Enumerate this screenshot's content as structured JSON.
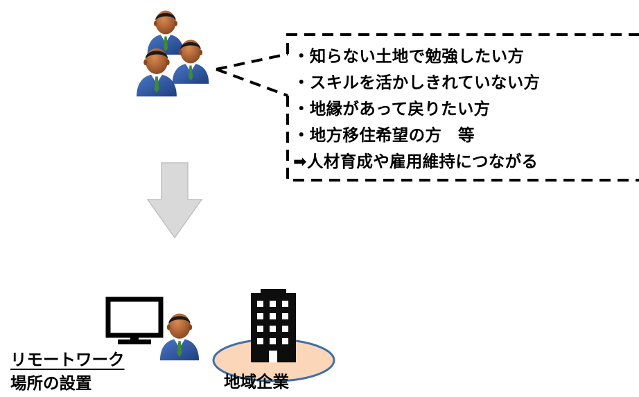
{
  "callout": {
    "items": [
      "・知らない土地で勉強したい方",
      "・スキルを活かしきれていない方",
      "・地縁があって戻りたい方",
      "・地方移住希望の方　等",
      "➡人材育成や雇用維持につながる"
    ]
  },
  "remote_work": {
    "line1": "リモートワーク",
    "line2": "場所の設置"
  },
  "company": {
    "label": "地域企業"
  },
  "colors": {
    "suit": "#2e58a6",
    "skin": "#a0582c",
    "hair": "#1a1a1a",
    "tie": "#3f8a35",
    "arrow": "#d9d9d9",
    "ellipse_fill": "#fbd6b8",
    "ellipse_stroke": "#3e6fa6"
  },
  "icons": [
    "people-group-icon",
    "down-arrow-icon",
    "monitor-icon",
    "businessman-icon",
    "office-building-icon"
  ]
}
